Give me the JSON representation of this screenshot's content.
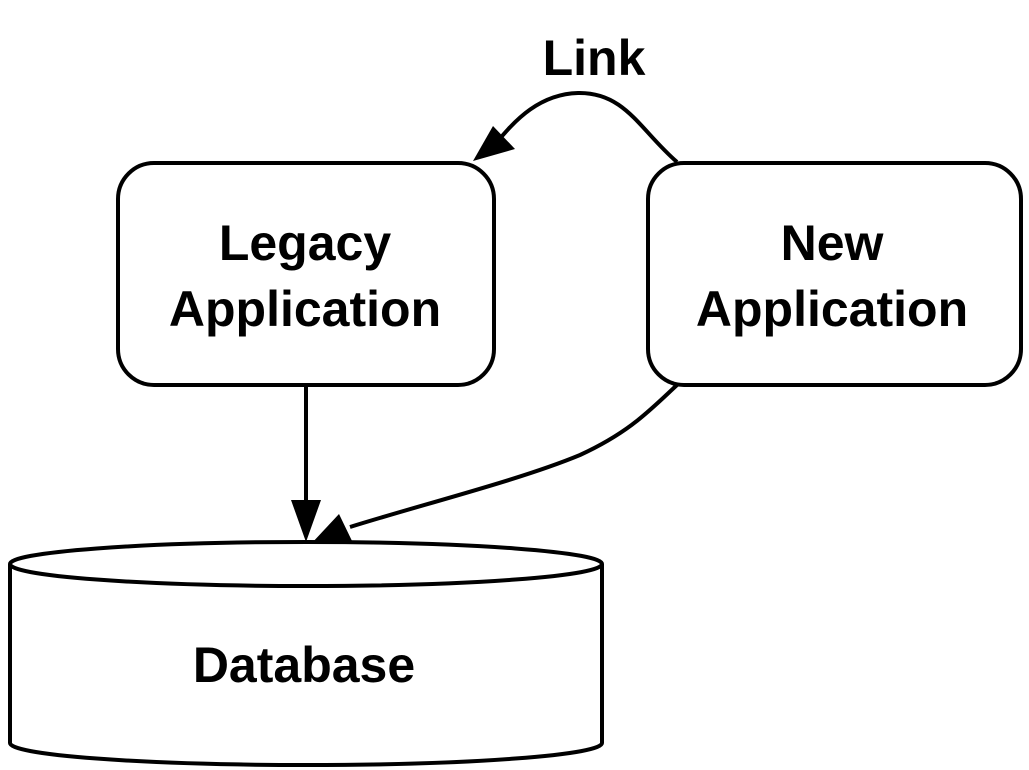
{
  "diagram": {
    "link_label": "Link",
    "legacy_app": {
      "line1": "Legacy",
      "line2": "Application"
    },
    "new_app": {
      "line1": "New",
      "line2": "Application"
    },
    "database": {
      "label": "Database"
    },
    "colors": {
      "stroke": "#000000",
      "fill": "#ffffff",
      "text": "#000000"
    }
  }
}
